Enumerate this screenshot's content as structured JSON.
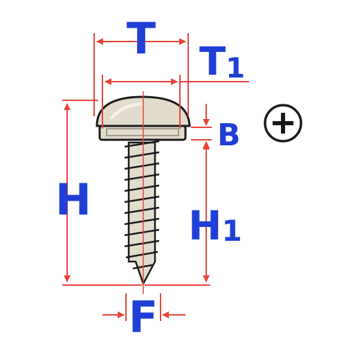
{
  "labels": {
    "t": "T",
    "t1_main": "T",
    "t1_sub": "1",
    "b": "B",
    "h": "H",
    "h1_main": "H",
    "h1_sub": "1",
    "f": "F"
  },
  "icons": {
    "drive": "phillips-cross-icon"
  },
  "colors": {
    "dimension": "#e8443a",
    "label": "#1f3fd6",
    "outline": "#1a1a1a",
    "screw_fill": "#e2dccd"
  }
}
